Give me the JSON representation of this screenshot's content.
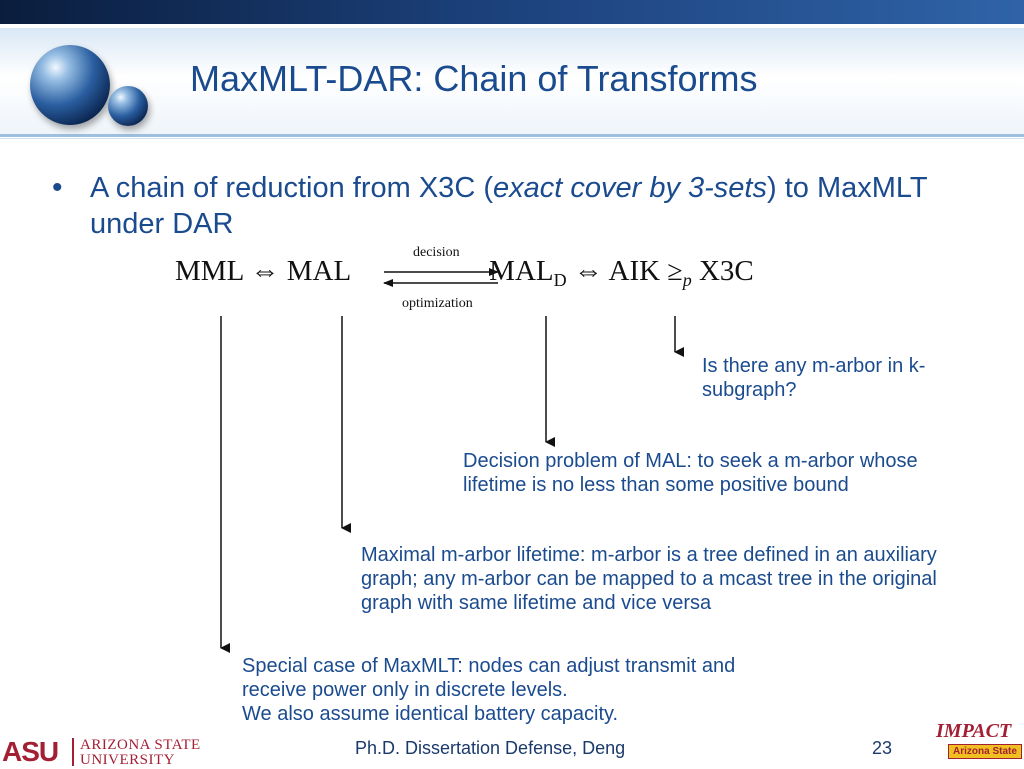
{
  "slide": {
    "title": "MaxMLT-DAR: Chain of Transforms",
    "bullet": {
      "marker": "•",
      "text_before": "A chain of reduction from X3C (",
      "text_italic": "exact cover by 3-sets",
      "text_after": ") to MaxMLT under DAR"
    },
    "formula": {
      "mml": "MML",
      "equiv1": "⇔",
      "mal": "MAL",
      "mal_d": "MAL",
      "mal_d_sub": "D",
      "equiv2": "⇔",
      "aik": "AIK",
      "reduces": "≥",
      "reduces_sub": "p",
      "x3c": "X3C",
      "decision_label": "decision",
      "optimization_label": "optimization"
    },
    "annotations": {
      "aik": "Is there any m-arbor in k-subgraph?",
      "mal_d": "Decision problem of MAL: to seek a m-arbor whose lifetime is no less than some positive bound",
      "mal": "Maximal m-arbor lifetime: m-arbor is a tree defined in an auxiliary graph; any m-arbor can be mapped to a mcast tree in the original graph with same lifetime and vice versa",
      "mml_line1": "Special case of MaxMLT: nodes can adjust transmit and receive power only in discrete levels.",
      "mml_line2": "We also assume identical battery capacity."
    }
  },
  "footer": {
    "text": "Ph.D. Dissertation Defense, Deng",
    "page_number": "23",
    "asu_mark": "ASU",
    "asu_line1": "ARIZONA STATE",
    "asu_line2": "UNIVERSITY",
    "impact_main": "IMPACT",
    "impact_sub": "Arizona State"
  },
  "colors": {
    "title": "#1b4b8f",
    "text": "#1b4b8f",
    "asu_maroon": "#a31f34",
    "impact_gold": "#f0c020"
  },
  "icons": [
    "globe-logo-icon",
    "asu-logo",
    "impact-logo"
  ]
}
